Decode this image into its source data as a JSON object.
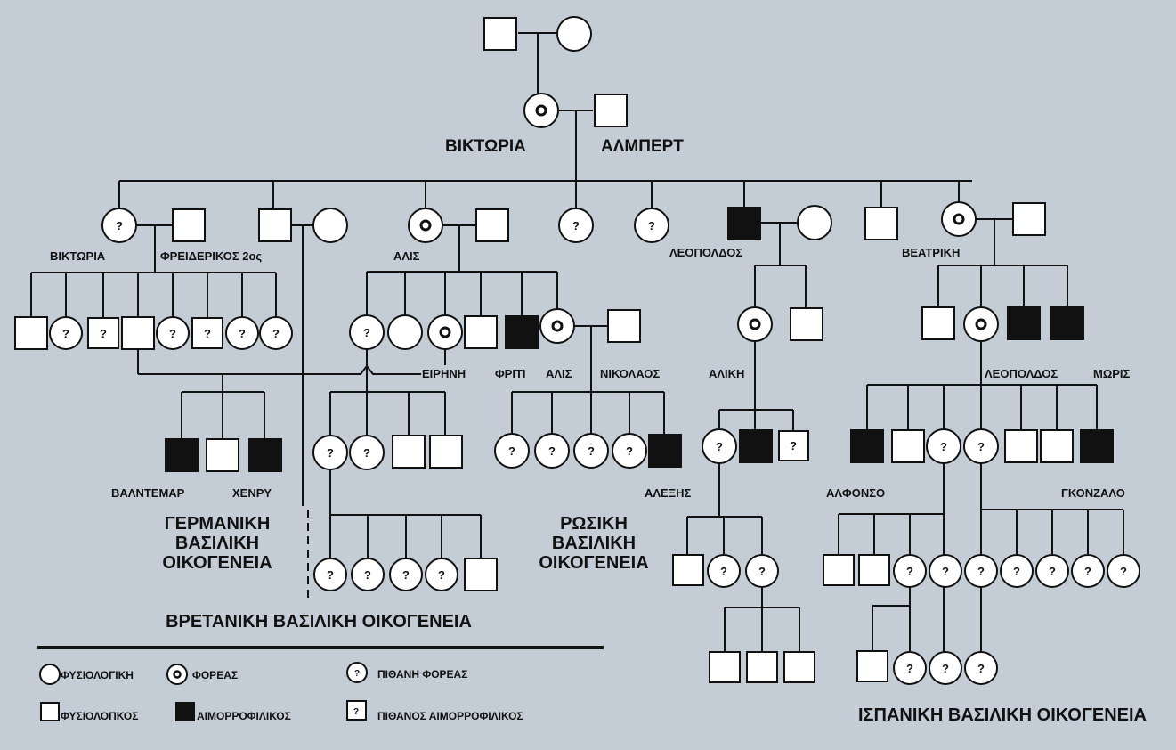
{
  "names": {
    "victoria": "ΒΙΚΤΩΡΙΑ",
    "albert": "ΑΛΜΠΕΡΤ",
    "victoria_jr": "ΒΙΚΤΩΡΙΑ",
    "frederick": "ΦΡΕΙΔΕΡΙΚΟΣ 2ος",
    "alice": "ΑΛΙΣ",
    "leopold": "ΛΕΟΠΟΛΔΟΣ",
    "beatrice": "ΒΕΑΤΡΙΚΗ",
    "irene": "ΕΙΡΗΝΗ",
    "friti": "ΦΡΙΤΙ",
    "alix": "ΑΛΙΣ",
    "nicholas": "ΝΙΚΟΛΑΟΣ",
    "aliki": "ΑΛΙΚΗ",
    "leopold2": "ΛΕΟΠΟΛΔΟΣ",
    "maurice": "ΜΩΡΙΣ",
    "waldemar": "ΒΑΛΝΤΕΜΑΡ",
    "henry": "ΧΕΝΡΥ",
    "alexis": "ΑΛΕΞΗΣ",
    "alfonso": "ΑΛΦΟΝΣΟ",
    "gonzalo": "ΓΚΟΝΖΑΛΟ"
  },
  "families": {
    "german": [
      "ΓΕΡΜΑΝΙΚΗ",
      "ΒΑΣΙΛΙΚΗ",
      "ΟΙΚΟΓΕΝΕΙΑ"
    ],
    "russian": [
      "ΡΩΣΙΚΗ",
      "ΒΑΣΙΛΙΚΗ",
      "ΟΙΚΟΓΕΝΕΙΑ"
    ],
    "british": "ΒΡΕΤΑΝΙΚΗ ΒΑΣΙΛΙΚΗ ΟΙΚΟΓΕΝΕΙΑ",
    "spanish": "ΙΣΠΑΝΙΚΗ ΒΑΣΙΛΙΚΗ ΟΙΚΟΓΕΝΕΙΑ"
  },
  "legend": {
    "normal_female": "ΦΥΣΙΟΛΟΓΙΚΗ",
    "carrier": "ΦΟΡΕΑΣ",
    "possible_carrier": "ΠΙΘΑΝΗ ΦΟΡΕΑΣ",
    "normal_male": "ΦΥΣΙΟΛΟΠΚΟΣ",
    "hemophiliac": "ΑΙΜΟΡΡΟΦΙΛΙΚΟΣ",
    "possible_hemophiliac": "ΠΙΘΑΝΟΣ ΑΙΜΟΡΡΟΦΙΛΙΚΟΣ"
  },
  "symbols": {
    "question": "?"
  },
  "colors": {
    "background": "#c4cdd6",
    "ink": "#111111",
    "affected": "#111111",
    "unaffected": "#ffffff"
  }
}
